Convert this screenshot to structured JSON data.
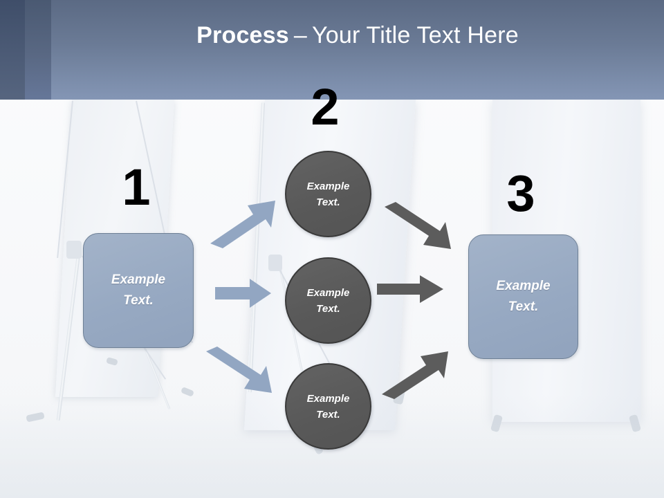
{
  "slide": {
    "title_strong": "Process",
    "title_dash": "–",
    "title_rest": "Your Title Text Here",
    "background_description": "banner-stands-photo"
  },
  "colors": {
    "header_top": "#5b6a84",
    "header_bottom": "#8496b5",
    "header_strip_dark": "#3f4e69",
    "box_fill": "#97a9c2",
    "box_border": "#6d7f95",
    "circle_fill": "#595959",
    "circle_border": "#3a3a3a",
    "arrow_blue": "#92a6c2",
    "arrow_gray": "#5c5c5c",
    "number_color": "#000000",
    "text_on_shape": "#ffffff"
  },
  "steps": [
    {
      "number": "1",
      "label_line1": "Example",
      "label_line2": "Text.",
      "shape": "rounded-square"
    },
    {
      "number": "2",
      "label_line1": "Example",
      "label_line2": "Text.",
      "shape": "circle"
    },
    {
      "number": "3",
      "label_line1": "Example",
      "label_line2": "Text.",
      "shape": "rounded-square"
    }
  ],
  "nodes": {
    "step1_box": {
      "line1": "Example",
      "line2": "Text."
    },
    "circle1": {
      "line1": "Example",
      "line2": "Text."
    },
    "circle2": {
      "line1": "Example",
      "line2": "Text."
    },
    "circle3": {
      "line1": "Example",
      "line2": "Text."
    },
    "step3_box": {
      "line1": "Example",
      "line2": "Text."
    }
  },
  "arrows": [
    {
      "name": "blue-arrow-up",
      "color": "#92a6c2",
      "direction": "up-right",
      "from": "step1_box",
      "to": "circle1"
    },
    {
      "name": "blue-arrow-right",
      "color": "#92a6c2",
      "direction": "right",
      "from": "step1_box",
      "to": "circle2"
    },
    {
      "name": "blue-arrow-down",
      "color": "#92a6c2",
      "direction": "down-right",
      "from": "step1_box",
      "to": "circle3"
    },
    {
      "name": "gray-arrow-down",
      "color": "#5c5c5c",
      "direction": "down-right",
      "from": "circle1",
      "to": "step3_box"
    },
    {
      "name": "gray-arrow-right",
      "color": "#5c5c5c",
      "direction": "right",
      "from": "circle2",
      "to": "step3_box"
    },
    {
      "name": "gray-arrow-up",
      "color": "#5c5c5c",
      "direction": "up-right",
      "from": "circle3",
      "to": "step3_box"
    }
  ]
}
